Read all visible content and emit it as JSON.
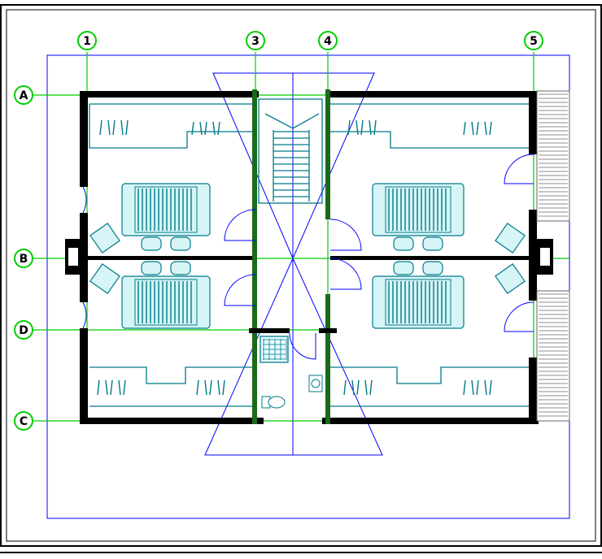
{
  "plan": {
    "grid_columns": [
      "1",
      "3",
      "4",
      "5"
    ],
    "grid_rows": [
      "A",
      "B",
      "D",
      "C"
    ]
  },
  "colors": {
    "grid": "#00cc00",
    "outline": "#0000ff",
    "furniture": "#007a8a",
    "wall": "#000000"
  }
}
